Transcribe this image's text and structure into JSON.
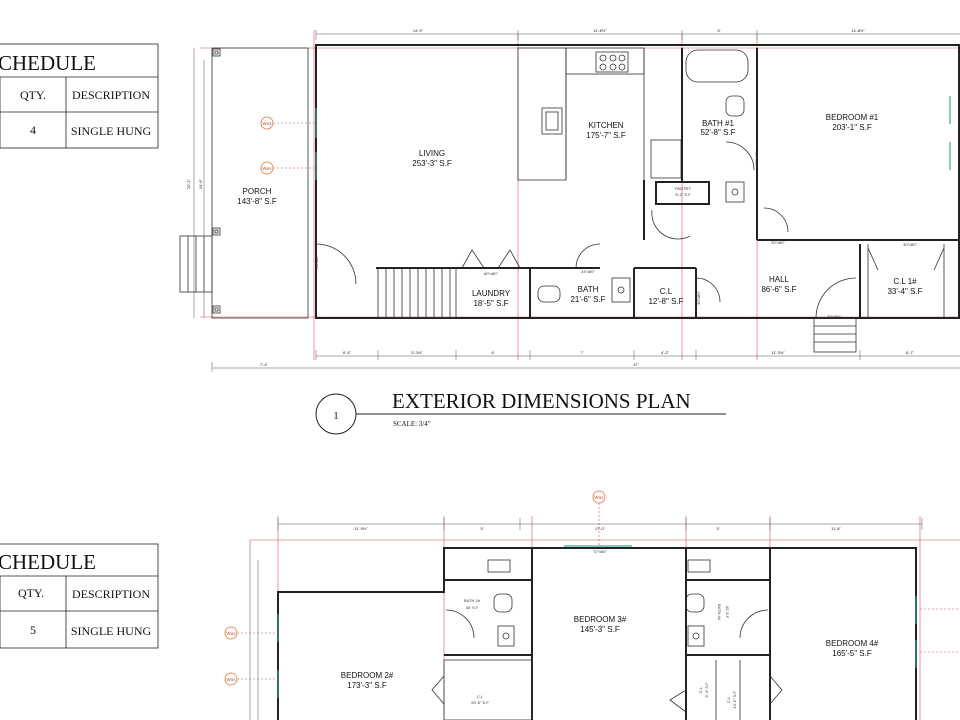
{
  "schedules": [
    {
      "title": "CHEDULE",
      "col_qty": "QTY.",
      "col_desc": "DESCRIPTION",
      "qty": "4",
      "description": "SINGLE HUNG"
    },
    {
      "title": "CHEDULE",
      "col_qty": "QTY.",
      "col_desc": "DESCRIPTION",
      "qty": "5",
      "description": "SINGLE HUNG"
    }
  ],
  "plan1": {
    "title": "EXTERIOR DIMENSIONS PLAN",
    "number": "1",
    "scale": "SCALE: 3/4\"",
    "rooms": {
      "porch": {
        "name": "PORCH",
        "area": "143'-8\" S.F"
      },
      "living": {
        "name": "LIVING",
        "area": "253'-3\" S.F"
      },
      "kitchen": {
        "name": "KITCHEN",
        "area": "175'-7\" S.F"
      },
      "bath1": {
        "name": "BATH #1",
        "area": "52'-8\" S.F"
      },
      "bedroom1": {
        "name": "BEDROOM #1",
        "area": "203'-1\" S.F"
      },
      "pantry": {
        "name": "PANTRY",
        "area": "5'-2\" S.F"
      },
      "laundry": {
        "name": "LAUNDRY",
        "area": "18'-5\" S.F"
      },
      "bath": {
        "name": "BATH",
        "area": "21'-6\" S.F"
      },
      "cl": {
        "name": "C.L",
        "area": "12'-8\" S.F"
      },
      "hall": {
        "name": "HALL",
        "area": "86'-6\" S.F"
      },
      "cl1": {
        "name": "C.L 1#",
        "area": "33'-4\" S.F"
      }
    },
    "top_dims": [
      "14'-9\"",
      "11'-8½\"",
      "5'",
      "14'-8½\""
    ],
    "bottom_dims": [
      "6'-6\"",
      "5'-3½\"",
      "6'",
      "7'",
      "4'-2\"",
      "11'-3½\"",
      "6'-7\""
    ],
    "overall": [
      "47'",
      "7'-4\""
    ],
    "left_dims": [
      "20'-1\"",
      "19'-6\""
    ],
    "door_tags": [
      "60\"x80\"",
      "24\"x80\"",
      "30\"x80\"",
      "30\"x80\"",
      "30\"x80\"",
      "30\"x80\"",
      "30\"x80\"",
      "24\"x80\""
    ],
    "wos": "Wos"
  },
  "plan2": {
    "rooms": {
      "bath2": {
        "name": "BATH 2#",
        "area": "40' S.F"
      },
      "bedroom3": {
        "name": "BEDROOM 3#",
        "area": "145'-3\" S.F"
      },
      "bath4": {
        "name": "BATH 4#",
        "area": "42' S.F"
      },
      "bedroom4": {
        "name": "BEDROOM 4#",
        "area": "165'-5\" S.F"
      },
      "bedroom2": {
        "name": "BEDROOM 2#",
        "area": "173'-3\" S.F"
      },
      "cl": {
        "name": "C.L",
        "area": "20'-5\" S.F"
      },
      "cl_b": {
        "name": "C.L",
        "area": "9'-4\" S.F"
      },
      "cl_c": {
        "name": "C.L",
        "area": "13'-5\" S.F"
      }
    },
    "top_dims": [
      "11'-9½\"",
      "5'",
      "17'-0\"",
      "5'",
      "11'-8\""
    ],
    "window_tag": "72\"x60\"",
    "wos": "Wos"
  }
}
